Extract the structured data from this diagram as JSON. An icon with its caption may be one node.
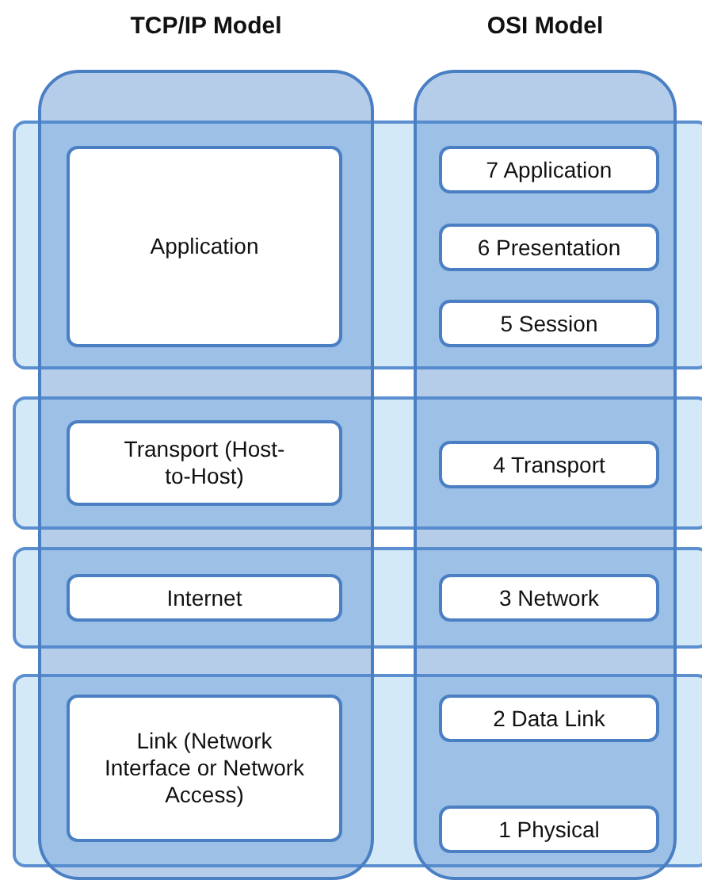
{
  "diagram": {
    "nodes": [
      {
        "text": [
          "TCP/IP Model"
        ]
      },
      {
        "text": [
          "OSI Model"
        ]
      },
      {
        "text": [],
        "shape": "box"
      },
      {
        "text": [],
        "shape": "box"
      },
      {
        "text": [],
        "shape": "box"
      },
      {
        "text": [],
        "shape": "box"
      },
      {
        "text": [
          "Application"
        ]
      },
      {
        "text": [
          "7 Application"
        ]
      },
      {
        "text": [
          "6 Presentation"
        ]
      },
      {
        "text": [
          "5 Session"
        ]
      },
      {
        "text": [
          "Transport (Host-to-Host)"
        ]
      },
      {
        "text": [
          "4 Transport"
        ]
      },
      {
        "text": [
          "Internet"
        ]
      },
      {
        "text": [
          "3 Network"
        ]
      },
      {
        "text": [
          "Link (Network Interface or Network Access)"
        ]
      },
      {
        "text": [
          "2 Data Link"
        ]
      },
      {
        "text": [
          "1 Physical"
        ]
      }
    ]
  }
}
